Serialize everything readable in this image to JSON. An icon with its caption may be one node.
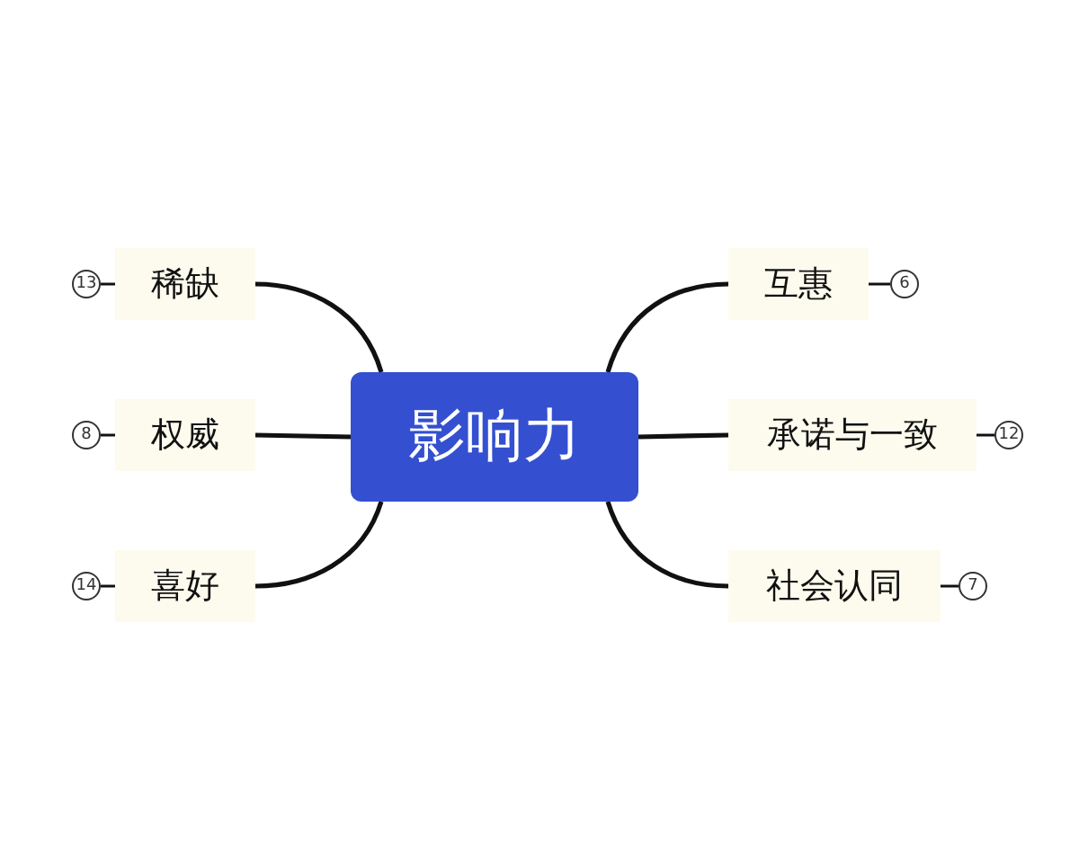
{
  "diagram": {
    "nodes": [
      {
        "text": [
          "影响力"
        ]
      },
      {
        "text": [
          "稀缺"
        ]
      },
      {
        "text": [
          "权威"
        ]
      },
      {
        "text": [
          "喜好"
        ]
      },
      {
        "text": [
          "互惠"
        ]
      },
      {
        "text": [
          "承诺与一致"
        ]
      },
      {
        "text": [
          "社会认同"
        ]
      },
      {
        "text": [
          "13"
        ]
      },
      {
        "text": [
          "8"
        ]
      },
      {
        "text": [
          "14"
        ]
      },
      {
        "text": [
          "6"
        ]
      },
      {
        "text": [
          "12"
        ]
      },
      {
        "text": [
          "7"
        ]
      }
    ],
    "edges": [
      {
        "from": 0,
        "to": 1,
        "arrow": "none"
      },
      {
        "from": 0,
        "to": 2,
        "arrow": "none"
      },
      {
        "from": 0,
        "to": 3,
        "arrow": "none"
      },
      {
        "from": 0,
        "to": 4,
        "arrow": "none"
      },
      {
        "from": 0,
        "to": 5,
        "arrow": "none"
      },
      {
        "from": 0,
        "to": 6,
        "arrow": "none"
      },
      {
        "from": 1,
        "to": 7,
        "arrow": "none"
      },
      {
        "from": 2,
        "to": 8,
        "arrow": "none"
      },
      {
        "from": 3,
        "to": 9,
        "arrow": "none"
      },
      {
        "from": 4,
        "to": 10,
        "arrow": "none"
      },
      {
        "from": 5,
        "to": 11,
        "arrow": "none"
      },
      {
        "from": 6,
        "to": 12,
        "arrow": "none"
      }
    ]
  }
}
